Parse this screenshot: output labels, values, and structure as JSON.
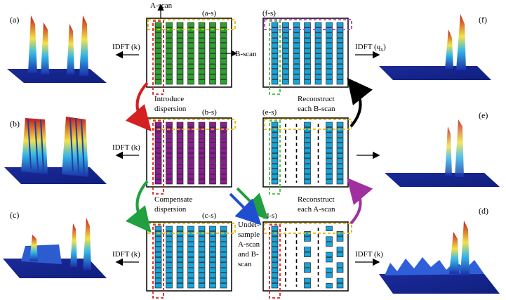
{
  "panels": {
    "a": "(a)",
    "b": "(b)",
    "c": "(c)",
    "d": "(d)",
    "e": "(e)",
    "f": "(f)",
    "as": "(a-s)",
    "bs": "(b-s)",
    "cs": "(c-s)",
    "ds": "(d-s)",
    "es": "(e-s)",
    "fs": "(f-s)"
  },
  "axes": {
    "ascan": "A-scan",
    "bscan": "B-scan"
  },
  "ops": {
    "idft_a": "IDFT (k)",
    "idft_b": "IDFT (k)",
    "idft_c": "IDFT (k)",
    "idft_d": "IDFT (k)",
    "idft_f_main": "IDFT (q",
    "idft_f_sub": "x",
    "idft_f_close": ")"
  },
  "steps": {
    "introduce_1": "Introduce",
    "introduce_2": "dispersion",
    "compensate_1": "Compensate",
    "compensate_2": "dispersion",
    "undersample_1": "Under-",
    "undersample_2": "sample",
    "undersample_3": "A-scan",
    "undersample_4": "and B-",
    "undersample_5": "scan",
    "recon_b_1": "Reconstruct",
    "recon_b_2": "each B-scan",
    "recon_a_1": "Reconstruct",
    "recon_a_2": "each A-scan"
  },
  "colors": {
    "green": "#2fa02f",
    "purple": "#8a1d8f",
    "cyan": "#1aa3d8",
    "red_dash": "#e02020",
    "yellow_dash": "#e6b800",
    "magenta_dash": "#c040c0",
    "green_dash": "#40c040",
    "arrow_red": "#d42020",
    "arrow_green": "#20a040",
    "arrow_blue": "#1f4fd0",
    "arrow_black": "#000000",
    "arrow_purple": "#a030a0"
  }
}
